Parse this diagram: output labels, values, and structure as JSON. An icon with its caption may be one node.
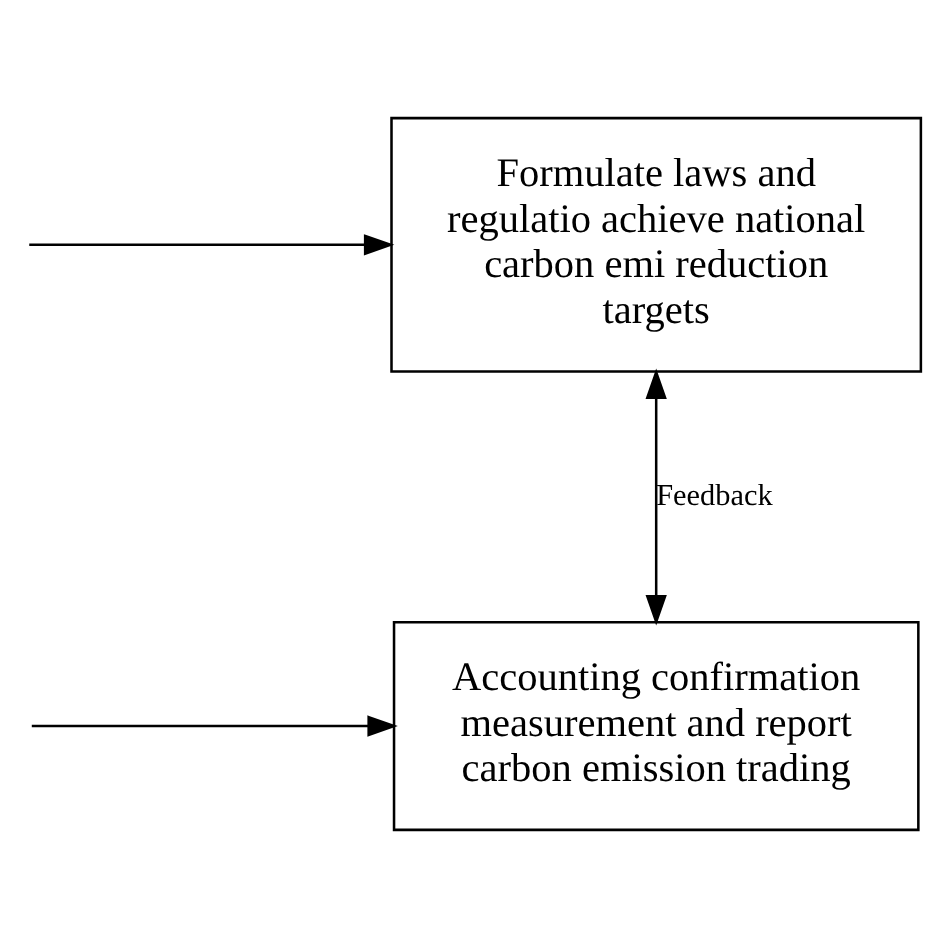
{
  "diagram": {
    "nodes": [
      {
        "text": [
          "Formulate laws and regulatio achieve national carbon emi reduction targets"
        ]
      },
      {
        "text": [
          "Accounting confirmation measurement and report carbon emission trading"
        ]
      }
    ],
    "edges": [
      {
        "from": null,
        "to": 0,
        "arrow": "to"
      },
      {
        "from": null,
        "to": 1,
        "arrow": "to"
      },
      {
        "from": 1,
        "to": 0,
        "arrow": "both",
        "label": "Feedback"
      }
    ]
  }
}
